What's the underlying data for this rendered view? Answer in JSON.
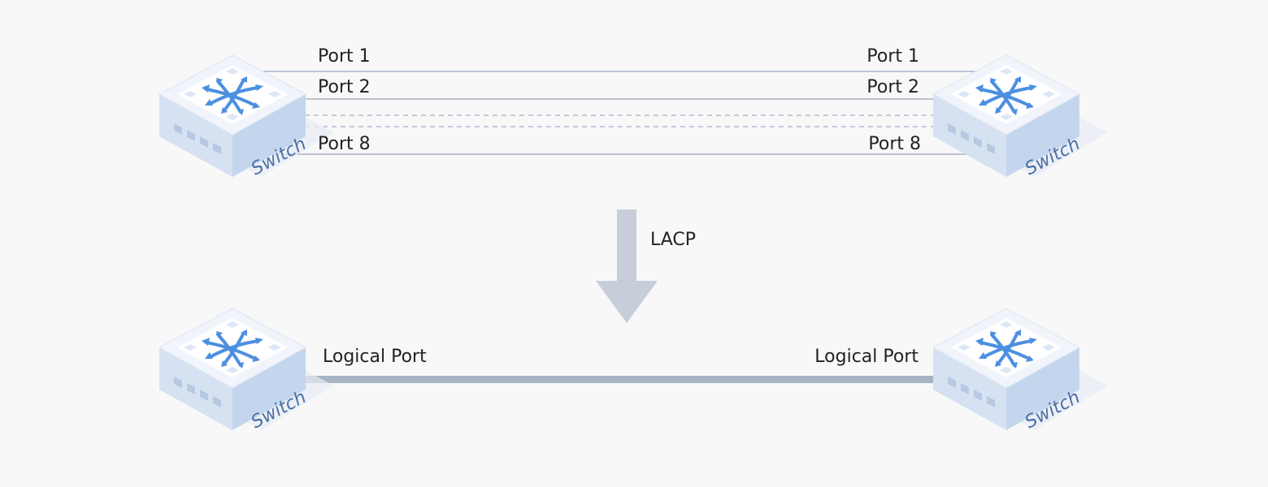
{
  "top_link": {
    "left_ports": [
      "Port 1",
      "Port 2",
      "Port 8"
    ],
    "right_ports": [
      "Port 1",
      "Port 2",
      "Port 8"
    ]
  },
  "transition": {
    "protocol_label": "LACP"
  },
  "bottom_link": {
    "left_label": "Logical Port",
    "right_label": "Logical Port"
  },
  "switches": {
    "device_label": "Switch",
    "icon": "switch-arrows-icon"
  },
  "colors": {
    "background": "#f8f8f8",
    "line": "#a7b3c2",
    "dashed_line": "#b4b9d2",
    "arrow": "#c7ced9",
    "switch_top": "#eef3fa",
    "switch_side": "#c9d9ee",
    "switch_front": "#dbe6f4",
    "switch_icon": "#4c8fe0"
  }
}
